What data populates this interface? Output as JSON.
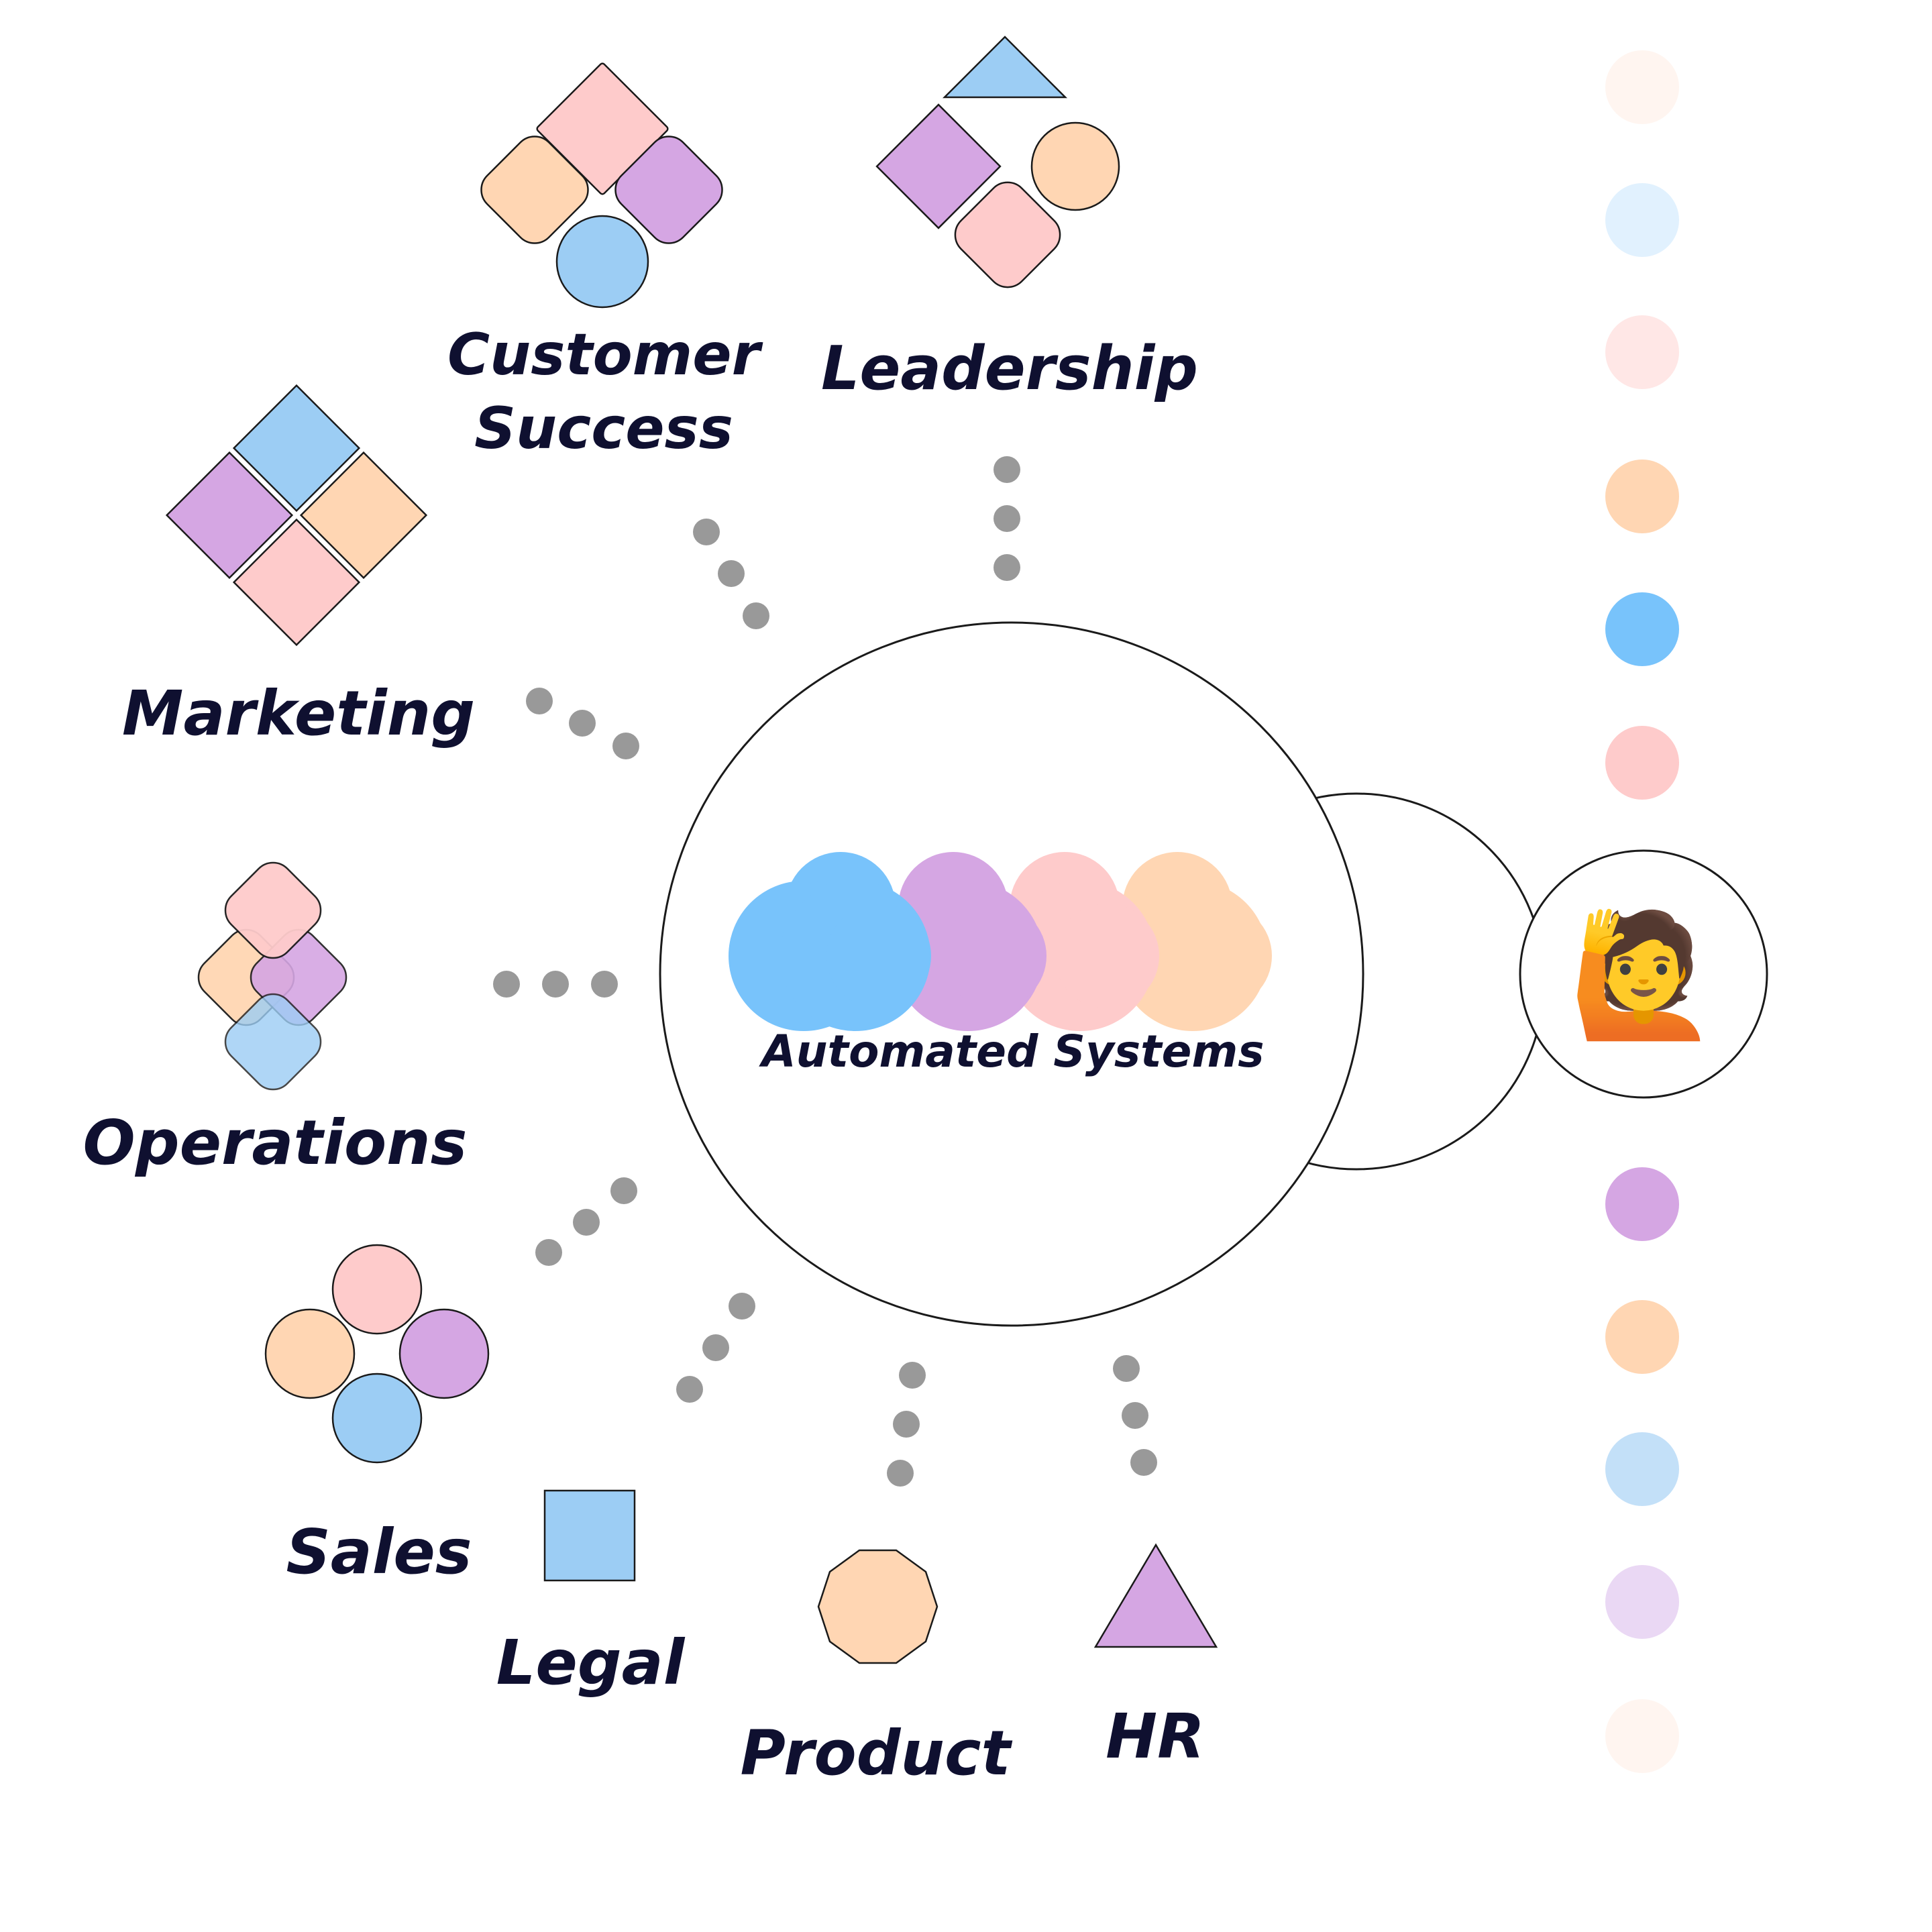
{
  "center": {
    "label": "Automated Systems"
  },
  "departments": {
    "customer_success": {
      "line1": "Customer",
      "line2": "Success"
    },
    "leadership": {
      "label": "Leadership"
    },
    "marketing": {
      "label": "Marketing"
    },
    "operations": {
      "label": "Operations"
    },
    "sales": {
      "label": "Sales"
    },
    "legal": {
      "label": "Legal"
    },
    "product": {
      "label": "Product"
    },
    "hr": {
      "label": "HR"
    }
  },
  "person": {
    "emoji": "🙋"
  },
  "colors": {
    "blue": "#9ccdf4",
    "purple": "#d5a6e3",
    "pink": "#fecbcb",
    "peach": "#ffd6b3",
    "cloud_blue": "#78c3fb",
    "dot": "#999999"
  },
  "palette_dots": [
    "#fff5f0",
    "#e1f1fe",
    "#ffe7e6",
    "#ffd6b3",
    "#78c3fb",
    "#fecbcb",
    "#d5a6e3",
    "#ffd6b3",
    "#c3e0f8",
    "#ead8f4",
    "#fff5f0"
  ]
}
